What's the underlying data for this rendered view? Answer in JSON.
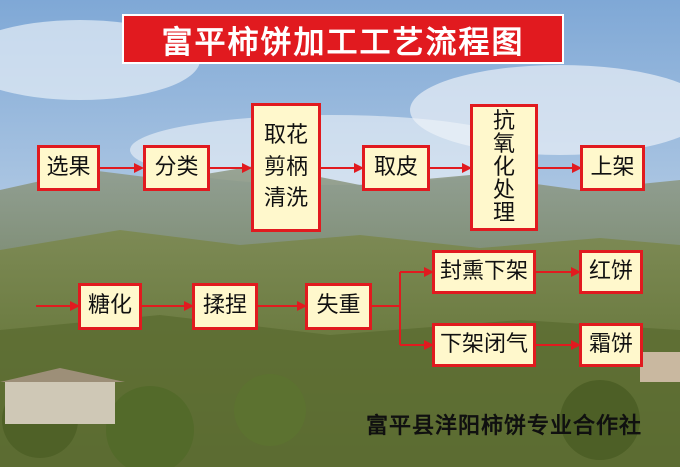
{
  "title": "富平柿饼加工工艺流程图",
  "footer": "富平县洋阳柿饼专业合作社",
  "colors": {
    "accent": "#e11a1f",
    "box_fill": "#fff8cc"
  },
  "steps_row1": [
    {
      "label": "选果"
    },
    {
      "label": "分类"
    },
    {
      "label": "取花\n剪柄\n清洗"
    },
    {
      "label": "取皮"
    },
    {
      "label": "抗\n氧\n化\n处\n理"
    },
    {
      "label": "上架"
    }
  ],
  "steps_row2": [
    {
      "label": "糖化"
    },
    {
      "label": "揉捏"
    },
    {
      "label": "失重"
    }
  ],
  "branch_upper": [
    {
      "label": "封熏下架"
    },
    {
      "label": "红饼"
    }
  ],
  "branch_lower": [
    {
      "label": "下架闭气"
    },
    {
      "label": "霜饼"
    }
  ]
}
